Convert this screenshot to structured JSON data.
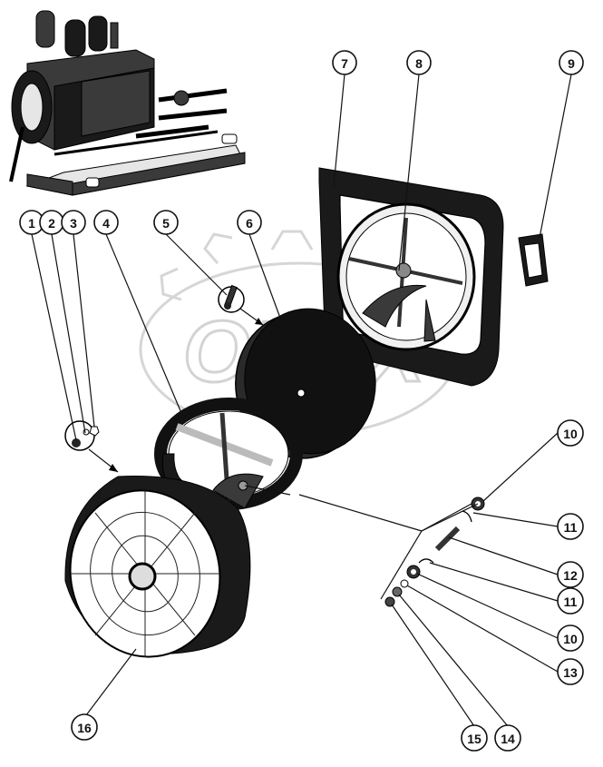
{
  "watermark": {
    "text": "OPEX"
  },
  "callouts": [
    {
      "id": "c1",
      "label": "1"
    },
    {
      "id": "c2",
      "label": "2"
    },
    {
      "id": "c3",
      "label": "3"
    },
    {
      "id": "c4",
      "label": "4"
    },
    {
      "id": "c5",
      "label": "5"
    },
    {
      "id": "c6",
      "label": "6"
    },
    {
      "id": "c7",
      "label": "7"
    },
    {
      "id": "c8",
      "label": "8"
    },
    {
      "id": "c9",
      "label": "9"
    },
    {
      "id": "c10a",
      "label": "10"
    },
    {
      "id": "c11a",
      "label": "11"
    },
    {
      "id": "c12",
      "label": "12"
    },
    {
      "id": "c11b",
      "label": "11"
    },
    {
      "id": "c10b",
      "label": "10"
    },
    {
      "id": "c13",
      "label": "13"
    },
    {
      "id": "c14",
      "label": "14"
    },
    {
      "id": "c15",
      "label": "15"
    },
    {
      "id": "c16",
      "label": "16"
    }
  ]
}
